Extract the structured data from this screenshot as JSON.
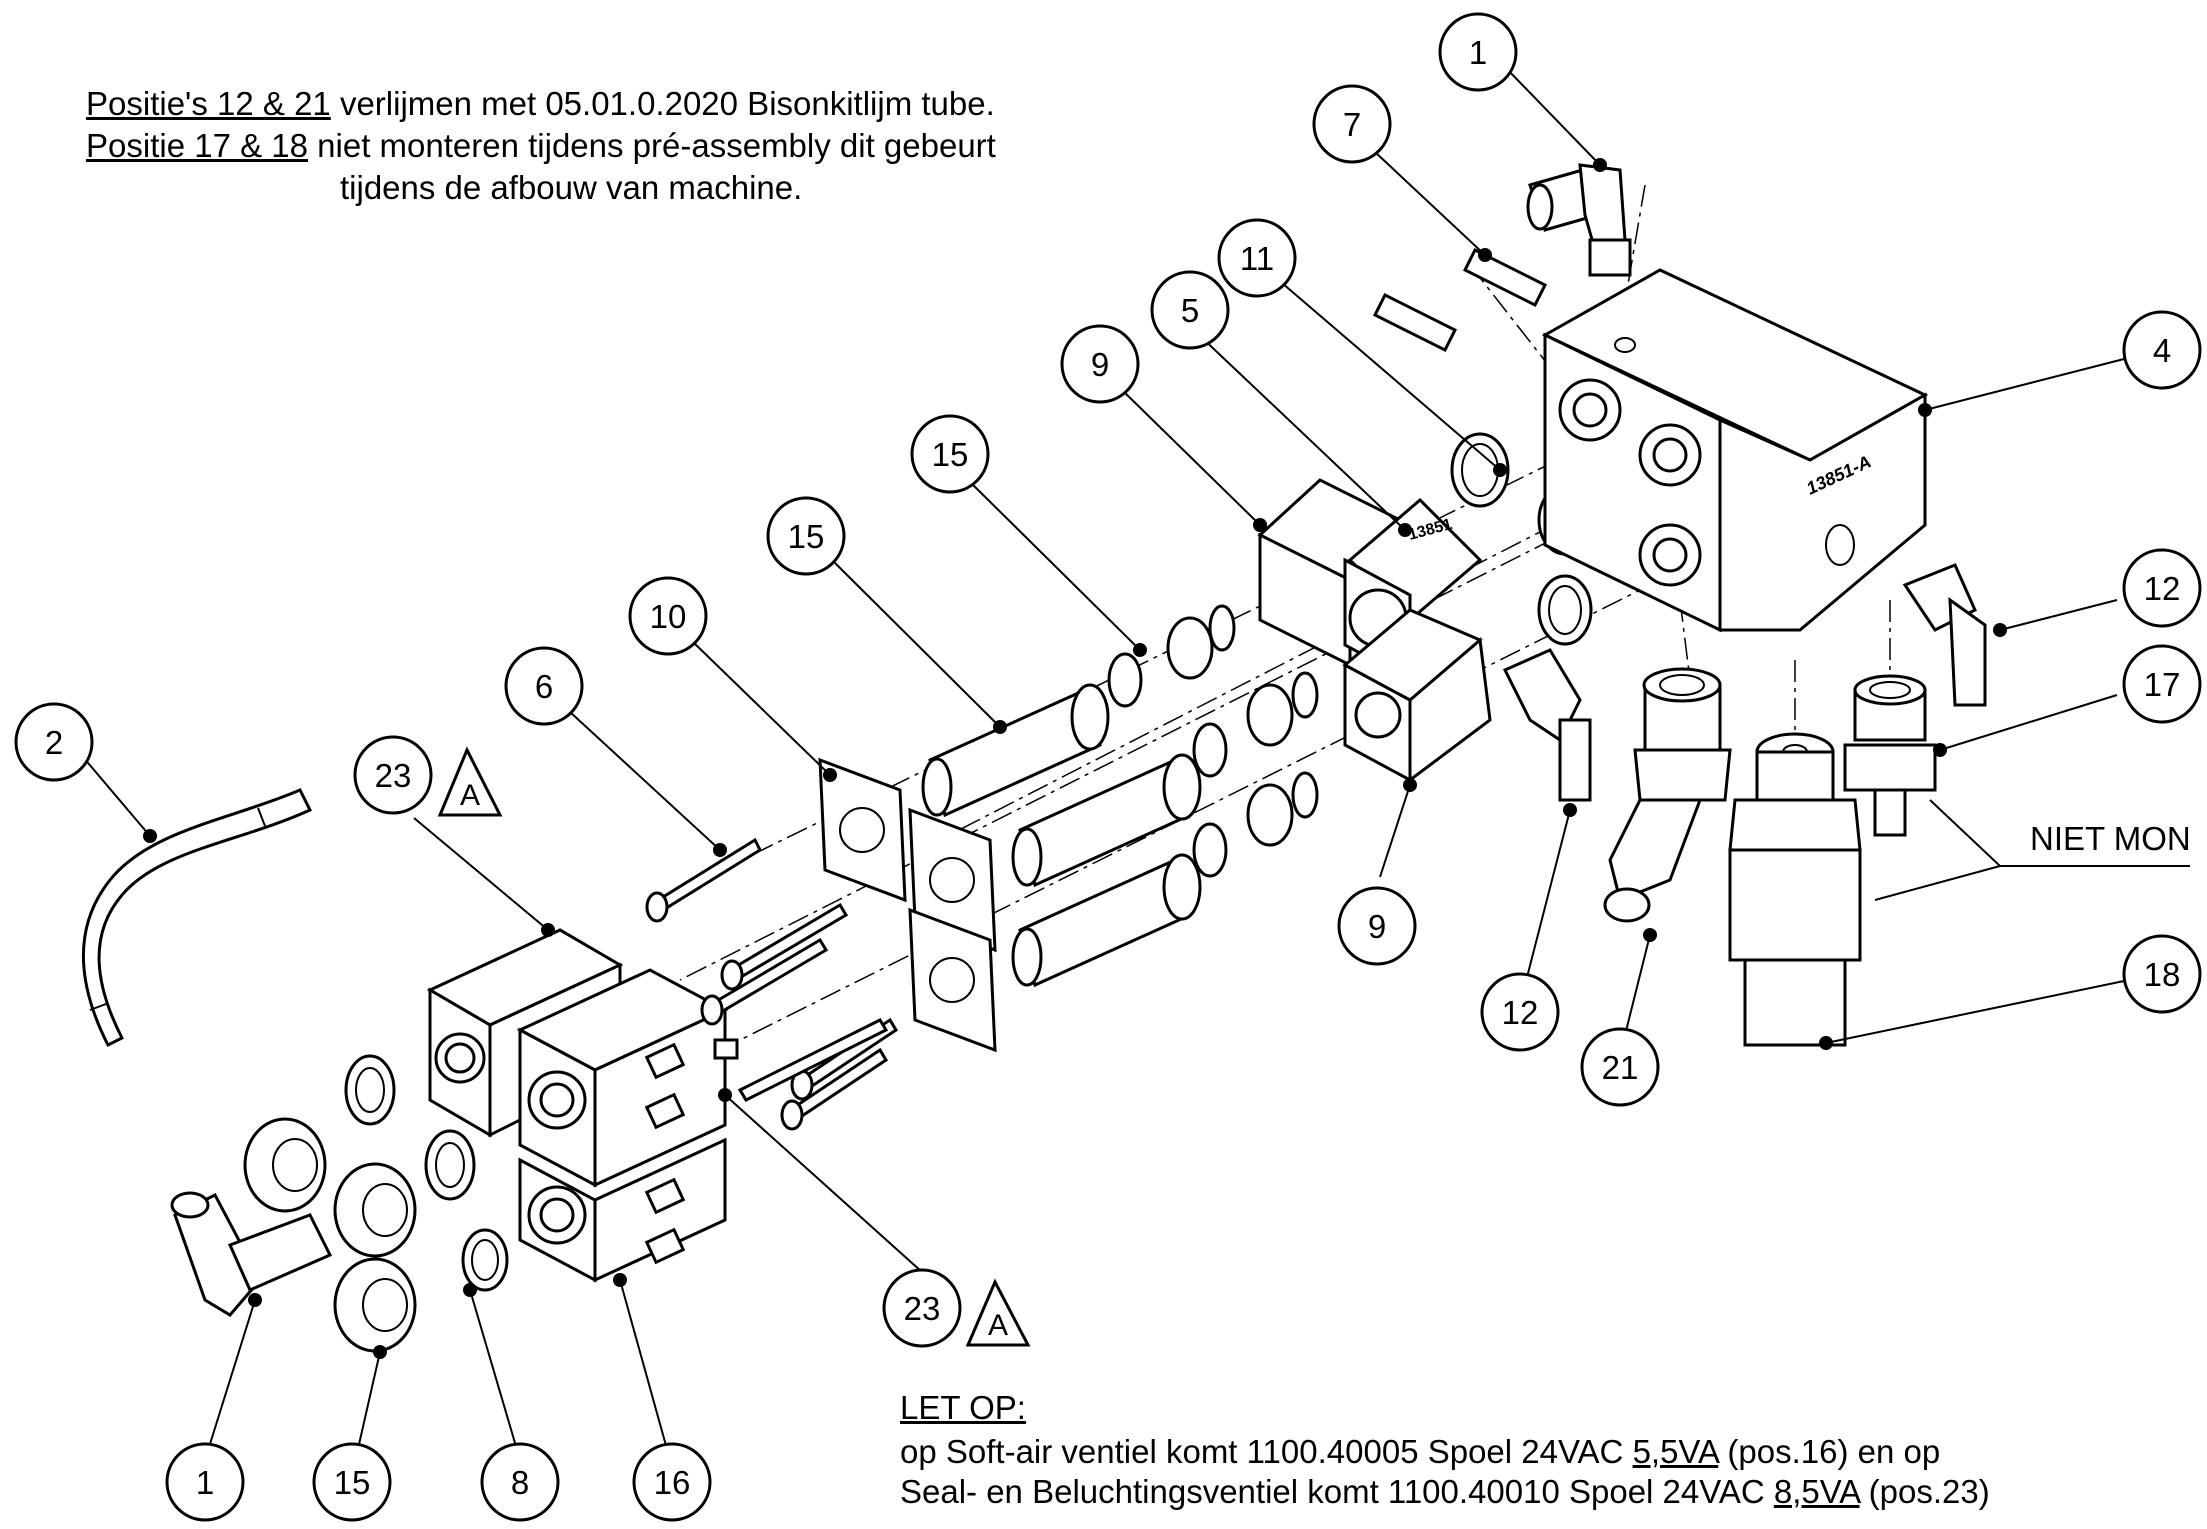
{
  "notes": {
    "line1_u": "Positie's 12 & 21",
    "line1_rest": " verlijmen met 05.01.0.2020 Bisonkitlijm tube.",
    "line2_u": "Positie 17 & 18",
    "line2_rest": " niet monteren tijdens pré-assembly dit gebeurt",
    "line3": "tijdens de afbouw van machine."
  },
  "letop": {
    "title": "LET OP:",
    "l1_a": "op Soft-air ventiel komt 1100.40005 Spoel 24VAC ",
    "l1_u": "5,5VA",
    "l1_b": " (pos.16) en op",
    "l2_a": "Seal- en Beluchtingsventiel komt 1100.40010 Spoel 24VAC ",
    "l2_u": "8,5VA",
    "l2_b": " (pos.23)"
  },
  "niet_mon_label": "NIET MON",
  "block_marking": "13851-A",
  "valve_marking": "13851",
  "balloons": [
    "1",
    "7",
    "11",
    "5",
    "9",
    "15",
    "15",
    "10",
    "6",
    "2",
    "23",
    "4",
    "12",
    "17",
    "18",
    "12",
    "21",
    "9",
    "23",
    "1",
    "15",
    "8",
    "16"
  ],
  "revision_marks": [
    "A",
    "A"
  ]
}
